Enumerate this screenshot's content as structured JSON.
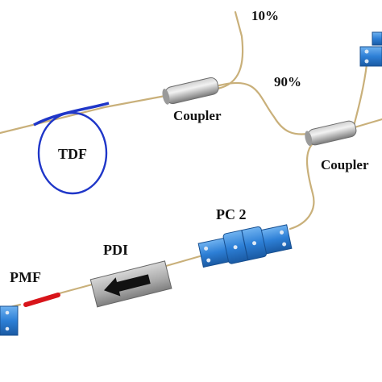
{
  "labels": {
    "split_10": "10%",
    "split_90": "90%",
    "coupler_1": "Coupler",
    "coupler_2": "Coupler",
    "tdf": "TDF",
    "pc2": "PC 2",
    "pdi": "PDI",
    "pmf": "PMF"
  },
  "colors": {
    "fiber": "#c9b07a",
    "tdf_loop": "#1f36c8",
    "connector_blue": "#2d7fd6",
    "pdi_body": "#a9a9a9",
    "pmf_red": "#d8141a",
    "coupler_gray": "#8f8f8f"
  }
}
